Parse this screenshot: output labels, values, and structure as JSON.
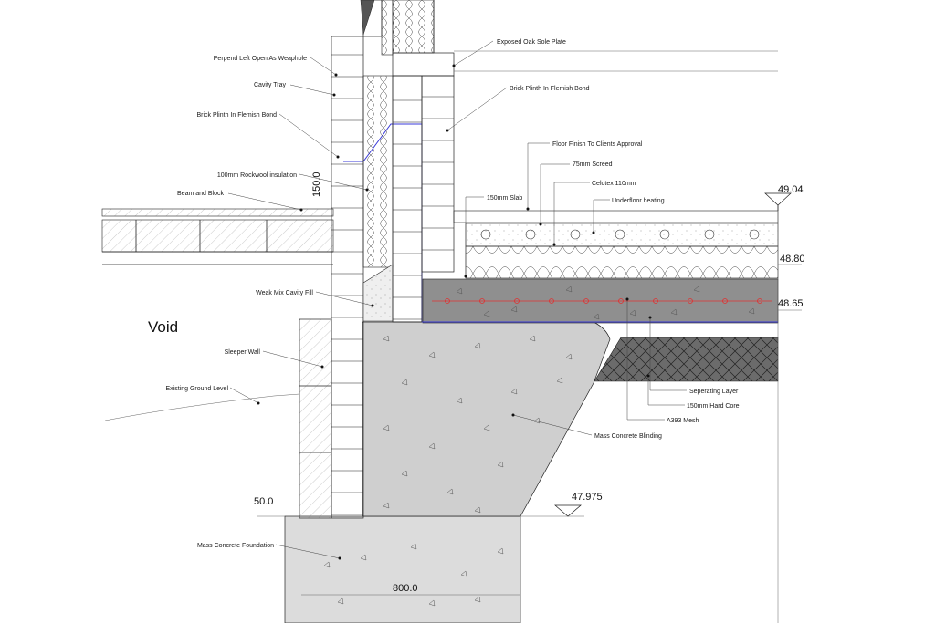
{
  "labels": {
    "exposed_oak": "Exposed Oak Sole Plate",
    "perpend": "Perpend Left Open As Weaphole",
    "cavity_tray": "Cavity Tray",
    "brick_plinth_right": "Brick Plinth In Flemish Bond",
    "brick_plinth_left": "Brick Plinth In Flemish Bond",
    "floor_finish": "Floor Finish To Clients Approval",
    "screed": "75mm Screed",
    "celotex": "Celotex 110mm",
    "rockwool": "100mm Rockwool insulation",
    "slab": "150mm Slab",
    "underfloor": "Underfloor heating",
    "beam_block": "Beam and Block",
    "weak_mix": "Weak Mix Cavity Fill",
    "sleeper_wall": "Sleeper Wall",
    "existing_ground": "Existing Ground Level",
    "separating_layer": "Seperating Layer",
    "hard_core": "150mm Hard Core",
    "a393": "A393 Mesh",
    "mass_blinding": "Mass Concrete Blinding",
    "mass_foundation": "Mass Concrete Foundation"
  },
  "levels": {
    "ffl": "49.04",
    "l4880": "48.80",
    "l4865": "48.65",
    "l47975": "47.975"
  },
  "dimensions": {
    "d150": "150.0",
    "d50": "50.0",
    "d800": "800.0"
  },
  "void_label": "Void",
  "colors": {
    "concrete_dark": "#8f8f8f",
    "hardcore": "#6e6e6e",
    "concrete_light": "#d9d9d9",
    "dpm_line": "#3a3ad8",
    "ufh_pipe": "#e03030"
  }
}
